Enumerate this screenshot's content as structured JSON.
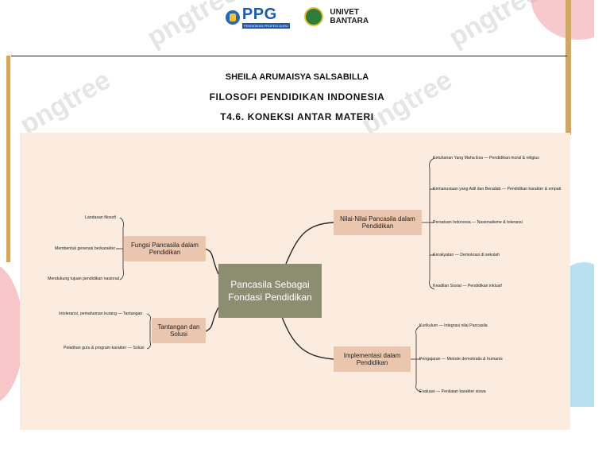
{
  "header": {
    "ppg_logo": "PPG",
    "ppg_logo_sub": "PENDIDIKAN PROFESI GURU",
    "univet_logo_line1": "UNIVET",
    "univet_logo_line2": "BANTARA"
  },
  "document": {
    "author": "SHEILA ARUMAISYA SALSABILLA",
    "course": "FILOSOFI PENDIDIKAN INDONESIA",
    "assignment": "T4.6. KONEKSI ANTAR MATERI"
  },
  "watermark": "pngtree",
  "mindmap": {
    "center": "Pancasila Sebagai Fondasi Pendidikan",
    "branches": {
      "fungsi": {
        "label": "Fungsi Pancasila dalam Pendidikan",
        "leaves": [
          "Landasan filosofi",
          "Membentuk generasi berkarakter",
          "Mendukung tujuan pendidikan nasional"
        ]
      },
      "tantangan": {
        "label": "Tantangan dan Solusi",
        "leaves": [
          "Intoleransi, pemahaman kurang — Tantangan",
          "Pelatihan guru & program karakter — Solusi"
        ]
      },
      "nilai": {
        "label": "Nilai-Nilai Pancasila dalam Pendidikan",
        "leaves": [
          "Ketuhanan Yang Maha Esa — Pendidikan moral & religius",
          "Kemanusiaan yang Adil dan Beradab — Pendidikan karakter & empati",
          "Persatuan Indonesia — Nasionalisme & toleransi",
          "Kerakyatan — Demokrasi di sekolah",
          "Keadilan Sosial — Pendidikan inklusif"
        ]
      },
      "implementasi": {
        "label": "Implementasi dalam Pendidikan",
        "leaves": [
          "Kurikulum — Integrasi nilai Pancasila",
          "Pengajaran — Metode demokratis & humanis",
          "Evaluasi — Penilaian karakter siswa"
        ]
      }
    }
  },
  "colors": {
    "mindmap_background": "#fcecdf",
    "center_node": "#8c8e72",
    "branch_node": "#eac6ae",
    "connector": "#2b2b2b",
    "ppg_blue": "#1f5aa8",
    "gold_frame": "#cfa867"
  }
}
